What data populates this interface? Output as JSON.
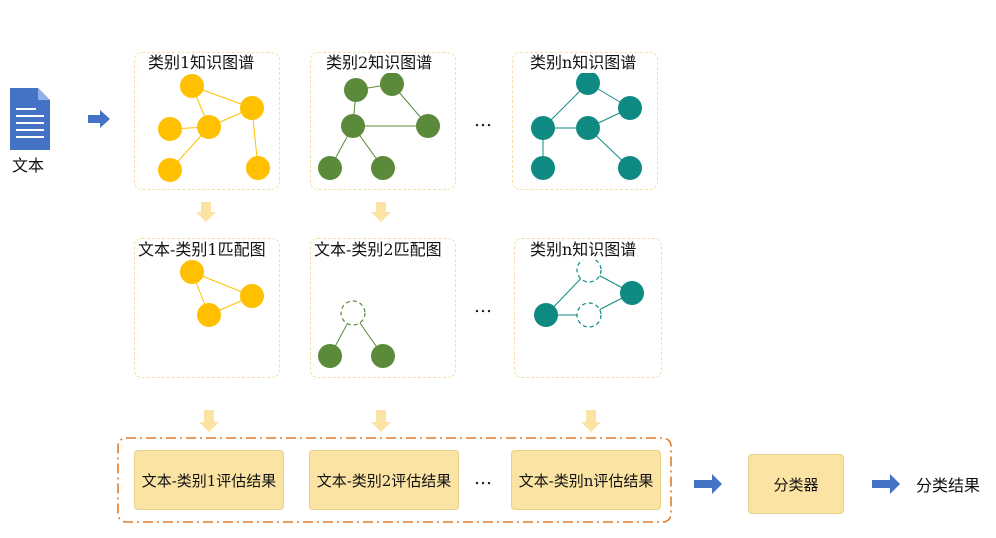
{
  "input": {
    "label": "文本"
  },
  "panels_row1": [
    {
      "title": "类别1知识图谱"
    },
    {
      "title": "类别2知识图谱"
    },
    {
      "title": "类别n知识图谱"
    }
  ],
  "panels_row2": [
    {
      "title": "文本-类别1匹配图"
    },
    {
      "title": "文本-类别2匹配图"
    },
    {
      "title": "类别n知识图谱"
    }
  ],
  "ellipsis": "…",
  "results": [
    {
      "label": "文本-类别1评估结果"
    },
    {
      "label": "文本-类别2评估结果"
    },
    {
      "label": "文本-类别n评估结果"
    }
  ],
  "classifier": {
    "label": "分类器"
  },
  "output": {
    "label": "分类结果"
  },
  "colors": {
    "yellow": "#ffc000",
    "green": "#5b8a3b",
    "teal": "#0e8a83",
    "arrow_blue": "#4472c4",
    "arrow_light": "#fbe4a3",
    "outer_border": "#e07b28"
  }
}
